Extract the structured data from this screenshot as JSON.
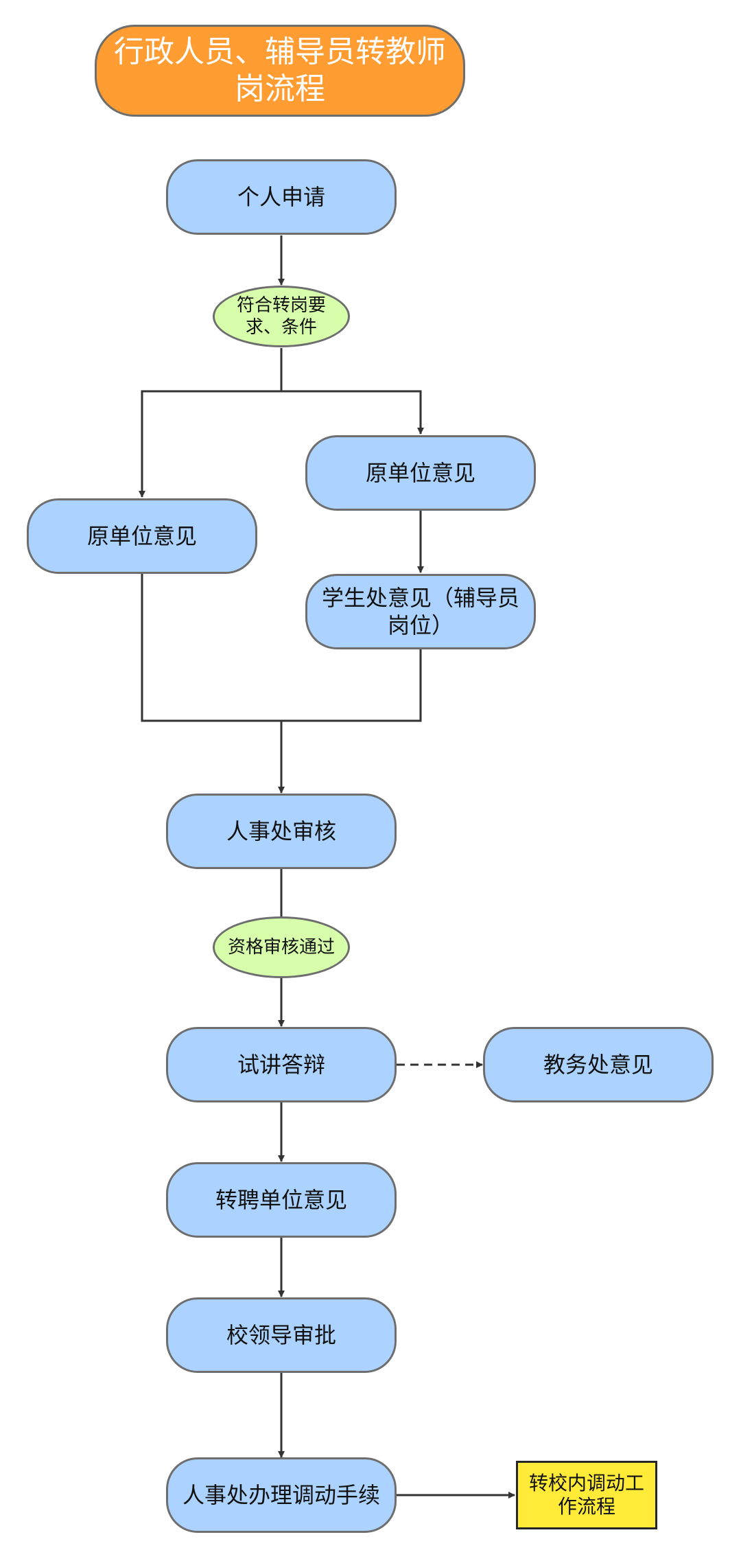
{
  "flow": {
    "title": "行政人员、辅导员转教师\n岗流程",
    "personal_application": "个人申请",
    "condition_meet_requirements": "符合转岗要\n求、条件",
    "original_unit_opinion_right": "原单位意见",
    "original_unit_opinion_left": "原单位意见",
    "student_office_opinion": "学生处意见（辅导员\n岗位）",
    "hr_review": "人事处审核",
    "condition_qualification_passed": "资格审核通过",
    "trial_lecture_defense": "试讲答辩",
    "academic_affairs_opinion": "教务处意见",
    "receiving_unit_opinion": "转聘单位意见",
    "school_leader_approval": "校领导审批",
    "hr_transfer_procedures": "人事处办理调动手续",
    "internal_transfer_process": "转校内调动工\n作流程"
  },
  "colors": {
    "title_fill": "#ff9c32",
    "process_fill": "#acd3ff",
    "condition_fill": "#d7ffab",
    "terminal_fill": "#ffeb38",
    "border": "#6e6e6e",
    "line": "#333333"
  }
}
